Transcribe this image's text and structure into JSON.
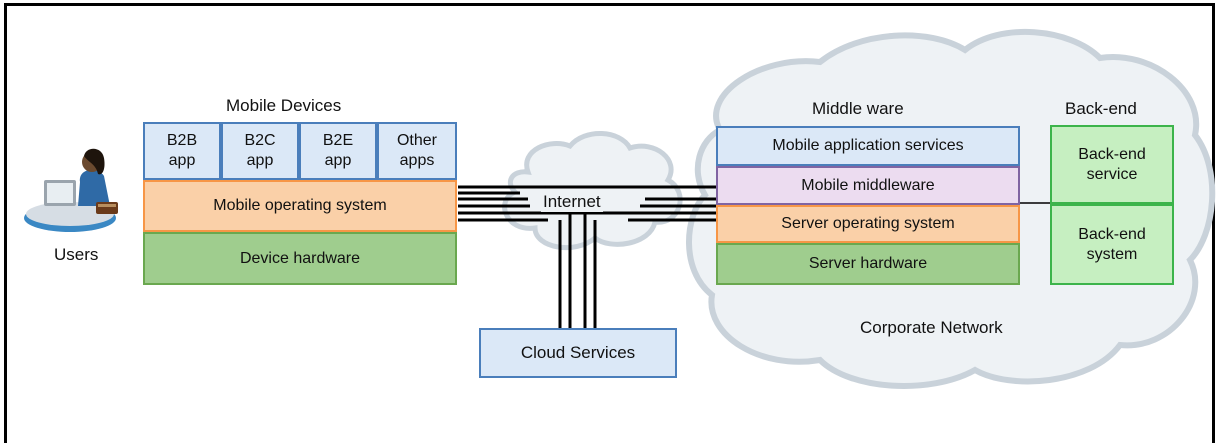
{
  "users": {
    "label": "Users"
  },
  "mobile_devices": {
    "title": "Mobile Devices",
    "apps": [
      {
        "line1": "B2B",
        "line2": "app"
      },
      {
        "line1": "B2C",
        "line2": "app"
      },
      {
        "line1": "B2E",
        "line2": "app"
      },
      {
        "line1": "Other",
        "line2": "apps"
      }
    ],
    "os": "Mobile operating system",
    "hardware": "Device hardware"
  },
  "internet": {
    "label": "Internet"
  },
  "cloud_services": {
    "label": "Cloud Services"
  },
  "middleware": {
    "title": "Middle ware",
    "layers": {
      "app_services": "Mobile application services",
      "middleware": "Mobile middleware",
      "server_os": "Server operating system",
      "server_hw": "Server hardware"
    }
  },
  "backend": {
    "title": "Back-end",
    "service": {
      "line1": "Back-end",
      "line2": "service"
    },
    "system": {
      "line1": "Back-end",
      "line2": "system"
    }
  },
  "corporate_network": {
    "label": "Corporate Network"
  },
  "colors": {
    "blue_fill": "#dbe8f7",
    "blue_border": "#4a7ebb",
    "orange_fill": "#fad0a8",
    "orange_border": "#f79646",
    "green_fill": "#9fcd8e",
    "green_border": "#6aa84f",
    "purple_fill": "#ecdcf0",
    "purple_border": "#8064a2",
    "backend_fill": "#c6efc1",
    "backend_border": "#3cb44b",
    "cloud_fill": "#eef2f5",
    "cloud_border": "#c9d2da"
  }
}
